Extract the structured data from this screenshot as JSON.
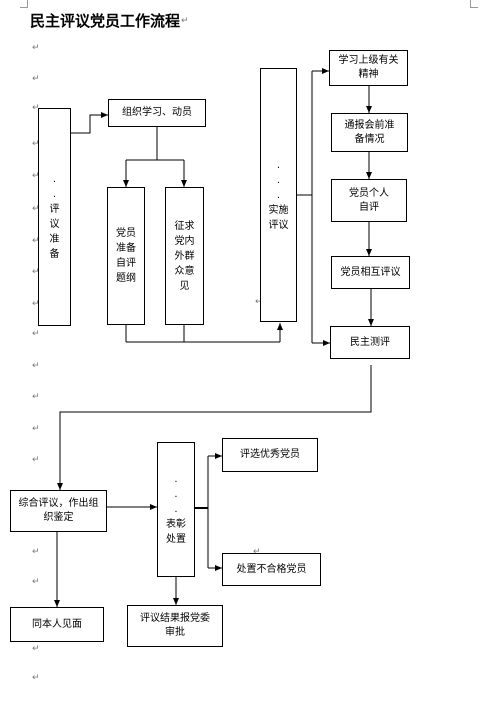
{
  "title": "民主评议党员工作流程",
  "paragraph_mark": "↵",
  "boxes": {
    "prep": {
      "dots": [
        ".",
        "."
      ],
      "label_chars": [
        "评",
        "议",
        "准",
        "备"
      ]
    },
    "study": {
      "label": "组织学习、动员"
    },
    "self_review": {
      "label_chars": [
        "党员",
        "准备",
        "自评",
        "题纲"
      ]
    },
    "solicit": {
      "label_chars": [
        "征求",
        "党内",
        "外群",
        "众意",
        "见"
      ]
    },
    "implement": {
      "dots": [
        ".",
        ".",
        "."
      ],
      "line1": "实施",
      "line2": "评议"
    },
    "superior": {
      "line1": "学习上级有关",
      "line2": "精神"
    },
    "report": {
      "line1": "通报会前准",
      "line2": "备情况"
    },
    "personal": {
      "line1": "党员个人",
      "line2": "自评"
    },
    "mutual": {
      "label": "党员相互评议"
    },
    "democratic": {
      "label": "民主测评"
    },
    "summary": {
      "line1": "综合评议，作出组",
      "line2": "织鉴定"
    },
    "commend": {
      "dots": [
        ".",
        ".",
        "."
      ],
      "line1": "表彰",
      "line2": "处置"
    },
    "excellent": {
      "label": "评选优秀党员"
    },
    "unqualified": {
      "label": "处置不合格党员"
    },
    "meeting": {
      "label": "同本人见面"
    },
    "approval": {
      "line1": "评议结果报党委",
      "line2": "审批"
    }
  }
}
